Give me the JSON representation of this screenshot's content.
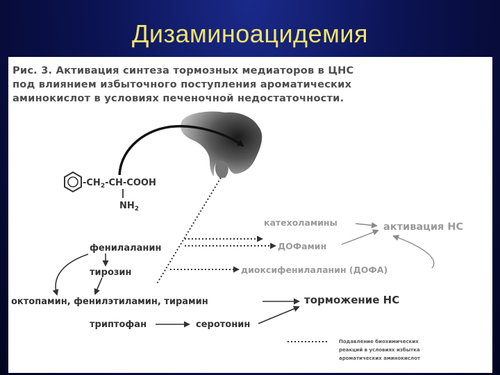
{
  "slide": {
    "title": "Дизаминоацидемия"
  },
  "figure": {
    "caption_lines": [
      "Рис. 3. Активация синтеза тормозных медиаторов в ЦНС",
      "под влиянием избыточного поступления ароматических",
      "аминокислот в условиях печеночной недостаточности."
    ],
    "formula": {
      "chain_prefix": "-CH",
      "chain_sub": "2",
      "chain_suffix": "-CH-COOH",
      "amine": "NH",
      "amine_sub": "2"
    },
    "nodes": {
      "phenylalanine": "фенилаланин",
      "tyrosine": "тирозин",
      "amines": "октопамин, фенилэтиламин, тирамин",
      "tryptophan": "триптофан",
      "serotonin": "серотонин",
      "catecholamines": "катехоламины",
      "dopamine": "ДОФамин",
      "dopa": "диоксифенилаланин (ДОФА)",
      "ns_activation": "активация НС",
      "ns_inhibition": "торможение НС"
    },
    "legend": {
      "lines": [
        "Подавление биохимических",
        "реакций в условиях избытка",
        "ароматических аминокислот"
      ]
    }
  }
}
